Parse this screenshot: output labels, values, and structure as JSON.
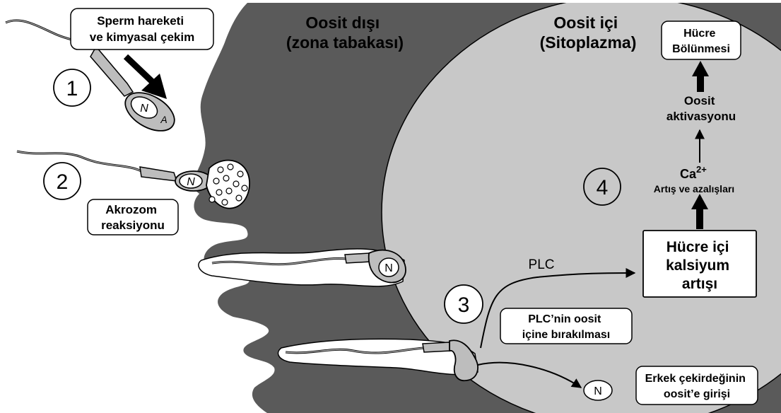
{
  "regions": {
    "outer_title": [
      "Oosit dışı",
      "(zona tabakası)"
    ],
    "inner_title": [
      "Oosit içi",
      "(Sitoplazma)"
    ]
  },
  "steps": [
    "1",
    "2",
    "3",
    "4"
  ],
  "boxes": {
    "sperm_motion": [
      "Sperm hareketi",
      "ve kimyasal çekim"
    ],
    "acrosome": [
      "Akrozom",
      "reaksiyonu"
    ],
    "plc_release": [
      "PLC’nin oosit",
      "içine bırakılması"
    ],
    "male_nucleus": [
      "Erkek çekirdeğinin",
      "oosit’e girişi"
    ],
    "calcium_rise": [
      "Hücre içi",
      "kalsiyum",
      "artışı"
    ],
    "cell_division": [
      "Hücre",
      "Bölünmesi"
    ]
  },
  "labels": {
    "plc": "PLC",
    "oocyte_activation": [
      "Oosit",
      "aktivasyonu"
    ],
    "ca_base": "Ca",
    "ca_charge": "2+",
    "ca_oscillation": "Artış ve azalışları",
    "nucleus": "N",
    "acrosome_cap": "A"
  },
  "colors": {
    "zona": "#5a5a5a",
    "cytoplasm": "#c8c8c8",
    "sperm_fill": "#bdbdbd",
    "ink": "#000000",
    "paper": "#ffffff"
  }
}
